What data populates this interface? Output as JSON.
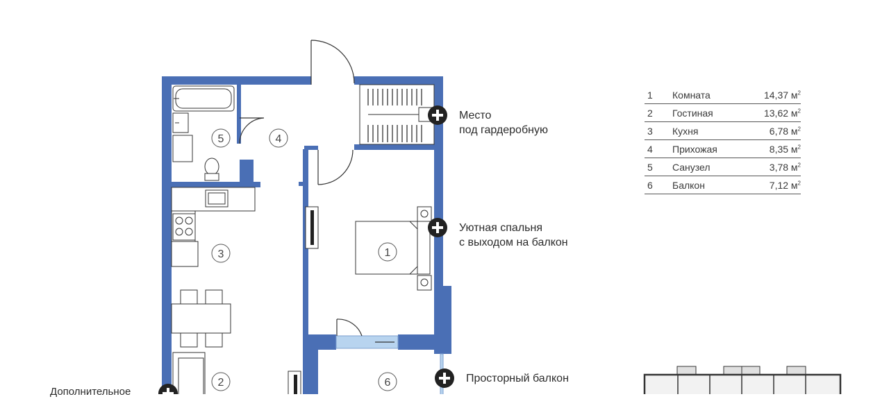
{
  "rooms": [
    {
      "num": "1",
      "name": "Комната",
      "area": "14,37 м",
      "unit_sup": "2"
    },
    {
      "num": "2",
      "name": "Гостиная",
      "area": "13,62 м",
      "unit_sup": "2"
    },
    {
      "num": "3",
      "name": "Кухня",
      "area": "6,78 м",
      "unit_sup": "2"
    },
    {
      "num": "4",
      "name": "Прихожая",
      "area": "8,35 м",
      "unit_sup": "2"
    },
    {
      "num": "5",
      "name": "Санузел",
      "area": "3,78 м",
      "unit_sup": "2"
    },
    {
      "num": "6",
      "name": "Балкон",
      "area": "7,12 м",
      "unit_sup": "2"
    }
  ],
  "room_labels": [
    "1",
    "2",
    "3",
    "4",
    "5",
    "6"
  ],
  "callouts": {
    "wardrobe": [
      "Место",
      "под гардеробную"
    ],
    "bedroom": [
      "Уютная спальня",
      "с выходом на балкон"
    ],
    "balcony": [
      "Просторный балкон"
    ],
    "extra": [
      "Дополнительное"
    ]
  },
  "colors": {
    "wall": "#4a6fb5",
    "window": "#b8d4ef",
    "line": "#333333",
    "callout": "#222222"
  }
}
